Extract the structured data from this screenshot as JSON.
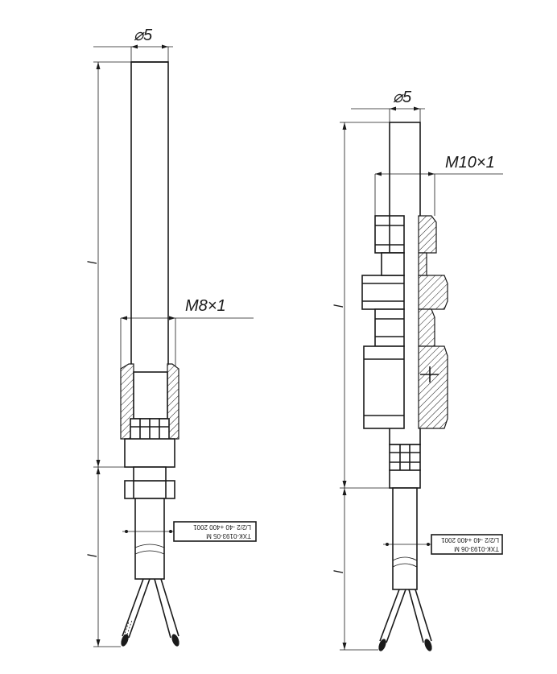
{
  "left_sensor": {
    "diameter_label": "⌀5",
    "thread_label": "M8×1",
    "length_label_1": "l",
    "length_label_2": "l",
    "tag_line_1": "ТХК-0193-05 М",
    "tag_line_2": "L/2/2 -40 +400 2001"
  },
  "right_sensor": {
    "diameter_label": "⌀5",
    "thread_label": "M10×1",
    "length_label_1": "l",
    "length_label_2": "l",
    "tag_line_1": "ТХК-0193-06 М",
    "tag_line_2": "L/2/2 -40 +400 2001"
  },
  "colors": {
    "line": "#1a1a1a",
    "background": "#ffffff"
  }
}
